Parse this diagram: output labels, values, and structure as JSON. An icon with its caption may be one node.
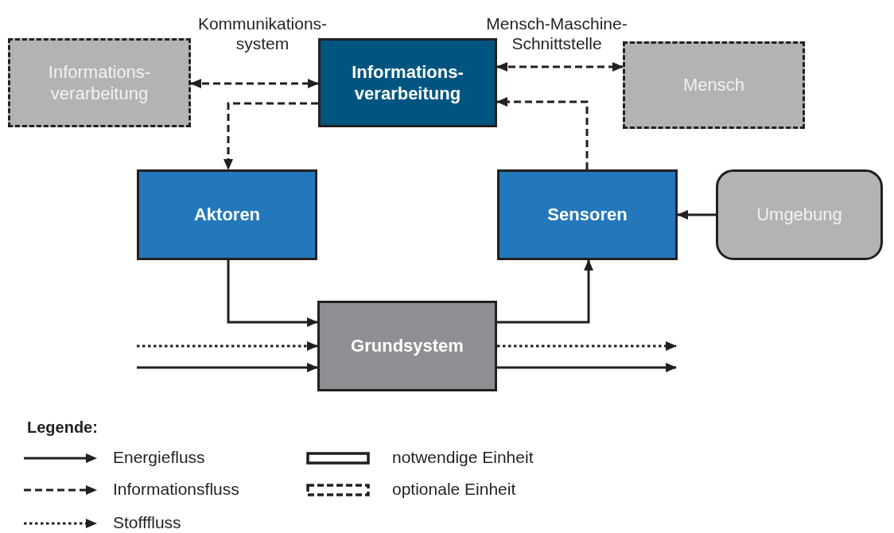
{
  "diagram": {
    "nodes": [
      {
        "text": [
          "Informations- verarbeitung"
        ]
      },
      {
        "text": [
          "Informations- verarbeitung"
        ]
      },
      {
        "text": [
          "Mensch"
        ]
      },
      {
        "text": [
          "Aktoren"
        ]
      },
      {
        "text": [
          "Sensoren"
        ]
      },
      {
        "text": [
          "Umgebung"
        ]
      },
      {
        "text": [
          "Grundsystem"
        ]
      }
    ],
    "edges": [
      {
        "from": 0,
        "to": 1,
        "arrow": "both",
        "style": "dashed",
        "label": "Kommunikations- system"
      },
      {
        "from": 1,
        "to": 2,
        "arrow": "both",
        "style": "dashed",
        "label": "Mensch-Maschine- Schnittstelle"
      },
      {
        "from": 1,
        "to": 3,
        "arrow": "to",
        "style": "dashed"
      },
      {
        "from": 4,
        "to": 1,
        "arrow": "to",
        "style": "dashed"
      },
      {
        "from": 5,
        "to": 4,
        "arrow": "to"
      },
      {
        "from": 3,
        "to": 6,
        "arrow": "to"
      },
      {
        "from": 6,
        "to": 4,
        "arrow": "to"
      },
      {
        "from": null,
        "to": 6,
        "arrow": "to",
        "style": "dashed"
      },
      {
        "from": null,
        "to": 6,
        "arrow": "to"
      },
      {
        "from": 6,
        "to": null,
        "arrow": "to",
        "style": "dashed"
      },
      {
        "from": 6,
        "to": null,
        "arrow": "to"
      }
    ],
    "labels": [
      "Legende:"
    ],
    "legend": [
      {
        "text": "Energiefluss"
      },
      {
        "text": "Informationsfluss"
      },
      {
        "text": "Stofffluss"
      },
      {
        "text": "notwendige Einheit"
      },
      {
        "text": "optionale Einheit"
      }
    ]
  }
}
